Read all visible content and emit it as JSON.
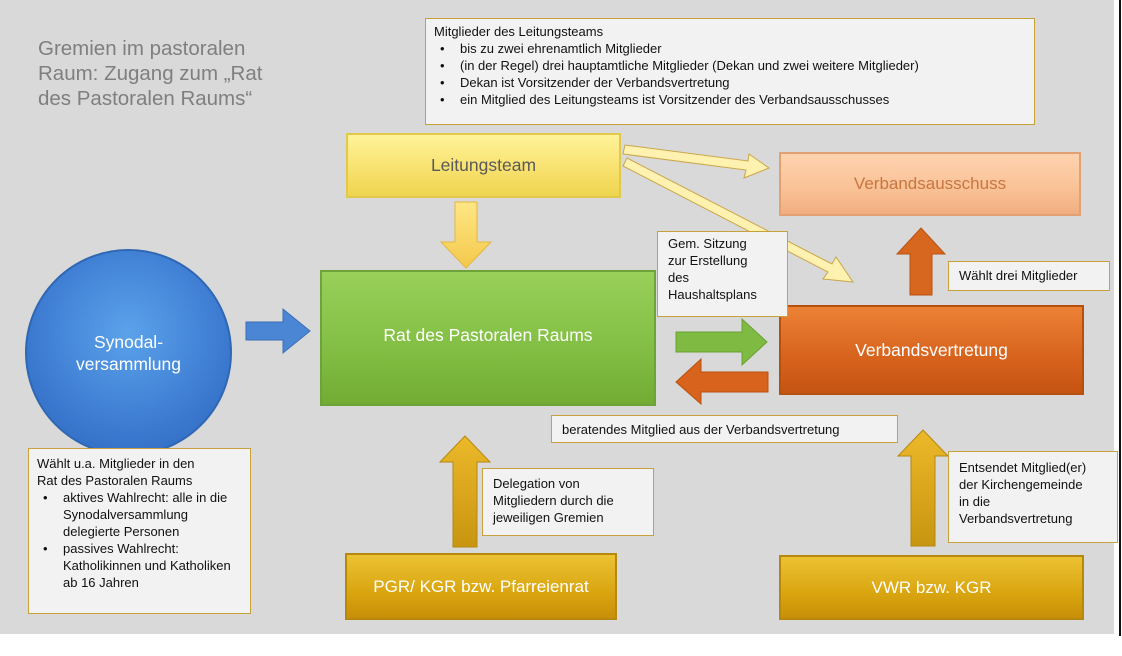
{
  "title": "Gremien im pastoralen Raum: Zugang zum „Rat des Pastoralen Raums“",
  "nodes": {
    "leitungsteam": "Leitungsteam",
    "verbandsausschuss": "Verbandsausschuss",
    "synodal_line1": "Synodal-",
    "synodal_line2": "versammlung",
    "rat": "Rat des Pastoralen Raums",
    "verbandsvertretung": "Verbandsvertretung",
    "pgr": "PGR/ KGR bzw. Pfarreienrat",
    "vwr": "VWR bzw. KGR"
  },
  "notes": {
    "leitungsteam": {
      "heading": "Mitglieder des Leitungsteams",
      "items": [
        "bis zu zwei ehrenamtlich Mitglieder",
        "(in der Regel) drei hauptamtliche Mitglieder (Dekan und zwei weitere Mitglieder)",
        "Dekan ist Vorsitzender der Verbandsvertretung",
        "ein Mitglied des Leitungsteams ist Vorsitzender des Verbandsausschusses"
      ]
    },
    "sitzung": [
      "Gem. Sitzung",
      "zur Erstellung",
      "des",
      "Haushaltsplans"
    ],
    "waehlt_drei": "Wählt drei Mitglieder",
    "beratend": "beratendes Mitglied aus der Verbandsvertretung",
    "delegation": [
      "Delegation von",
      "Mitgliedern durch die",
      "jeweiligen Gremien"
    ],
    "entsendet": [
      "Entsendet Mitglied(er)",
      "der Kirchengemeinde",
      "in die",
      "Verbandsvertretung"
    ],
    "synodal": {
      "lines": [
        "Wählt u.a. Mitglieder in den",
        "Rat des Pastoralen Raums"
      ],
      "items": [
        "aktives Wahlrecht: alle in die Synodalversammlung delegierte Personen",
        "passives Wahlrecht: Katholikinnen und Katholiken ab 16 Jahren"
      ]
    }
  },
  "colors": {
    "background": "#d9d9d9",
    "yellow": "#f7e06b",
    "peach": "#f9c195",
    "green": "#82be43",
    "orange": "#d6621c",
    "gold": "#d9a50f",
    "blue": "#3a78cf",
    "border_gold": "#c7a13c"
  }
}
